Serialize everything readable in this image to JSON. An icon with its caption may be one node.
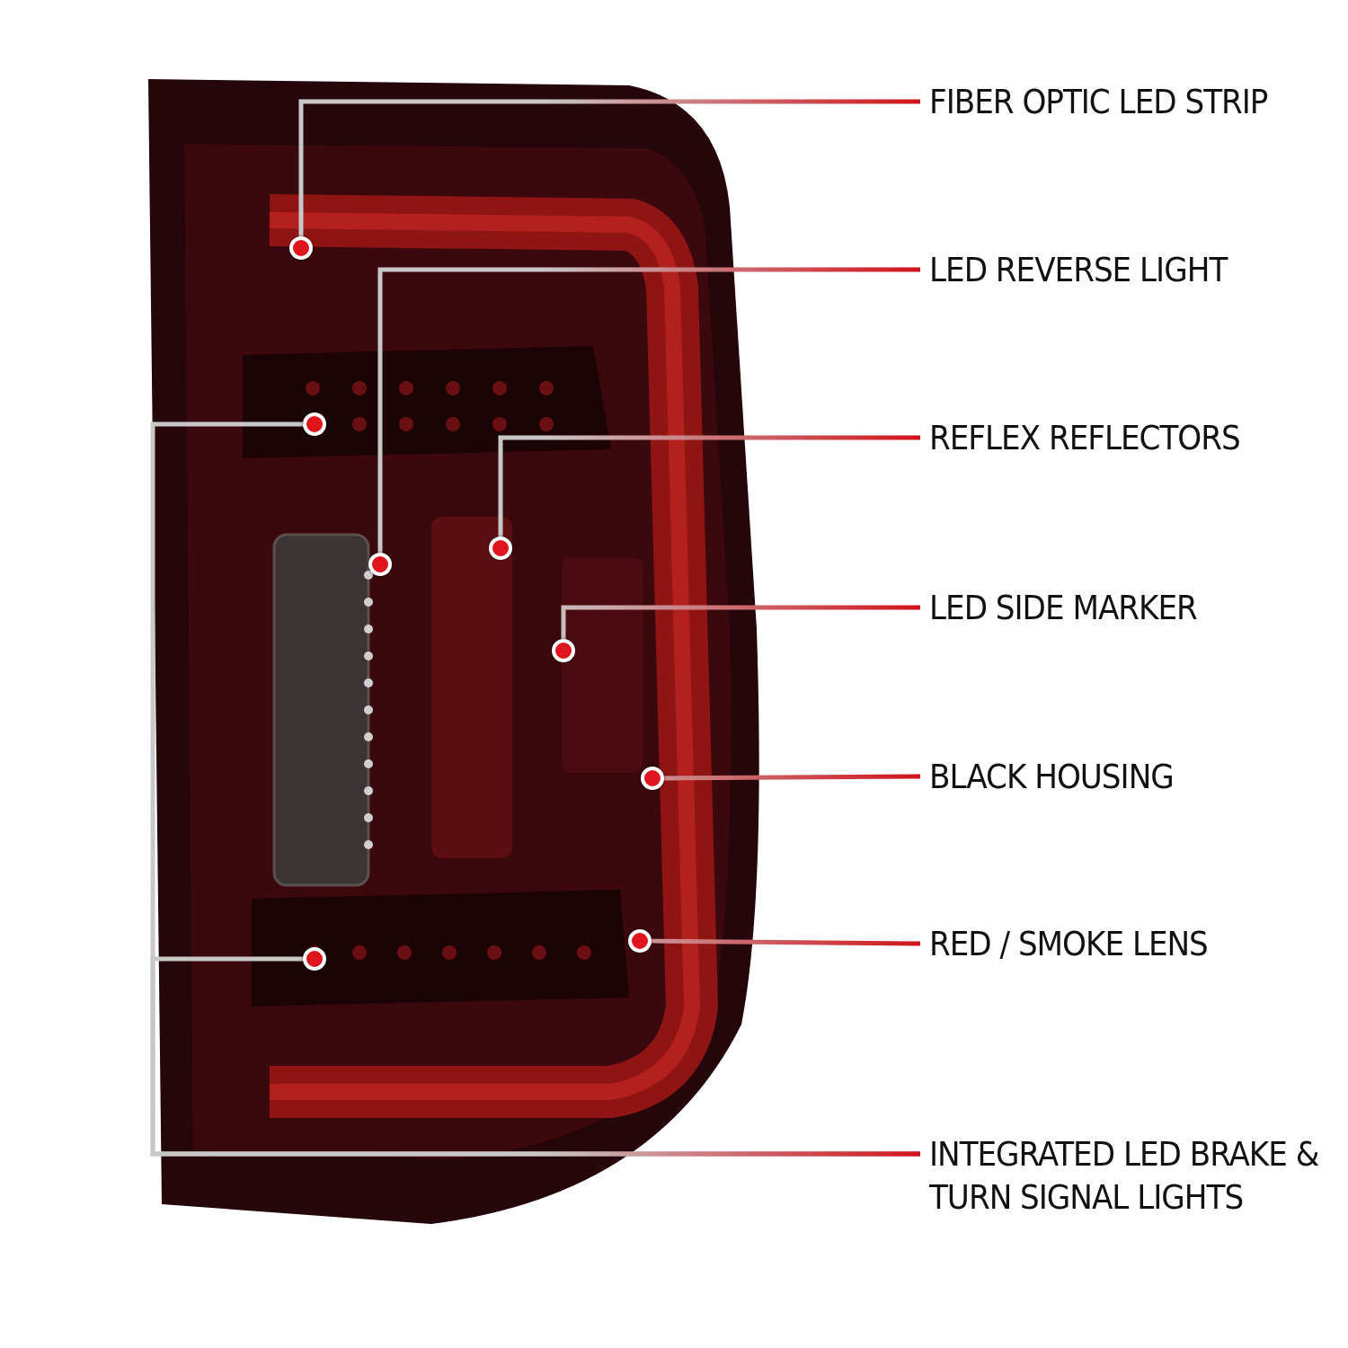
{
  "diagram": {
    "nodes": [
      {
        "text": [
          "FIBER OPTIC LED STRIP"
        ]
      },
      {
        "text": [
          "LED REVERSE LIGHT"
        ]
      },
      {
        "text": [
          "REFLEX REFLECTORS"
        ]
      },
      {
        "text": [
          "LED SIDE MARKER"
        ]
      },
      {
        "text": [
          "BLACK HOUSING"
        ]
      },
      {
        "text": [
          "RED / SMOKE LENS"
        ]
      },
      {
        "text": [
          "INTEGRATED LED BRAKE & TURN SIGNAL LIGHTS"
        ]
      },
      {
        "text": [],
        "shape": "circle"
      },
      {
        "text": [],
        "shape": "circle"
      },
      {
        "text": [],
        "shape": "circle"
      },
      {
        "text": [],
        "shape": "circle"
      },
      {
        "text": [],
        "shape": "circle"
      },
      {
        "text": [],
        "shape": "circle"
      },
      {
        "text": [],
        "shape": "circle"
      },
      {
        "text": [],
        "shape": "circle"
      }
    ],
    "edges": [
      {
        "from": 0,
        "to": 7,
        "arrow": "none"
      },
      {
        "from": 1,
        "to": 10,
        "arrow": "none"
      },
      {
        "from": 2,
        "to": 9,
        "arrow": "none"
      },
      {
        "from": 3,
        "to": 11,
        "arrow": "none"
      },
      {
        "from": 4,
        "to": 12,
        "arrow": "none"
      },
      {
        "from": 5,
        "to": 13,
        "arrow": "none"
      },
      {
        "from": 6,
        "to": 8,
        "arrow": "none"
      },
      {
        "from": 6,
        "to": 14,
        "arrow": "none"
      }
    ]
  }
}
